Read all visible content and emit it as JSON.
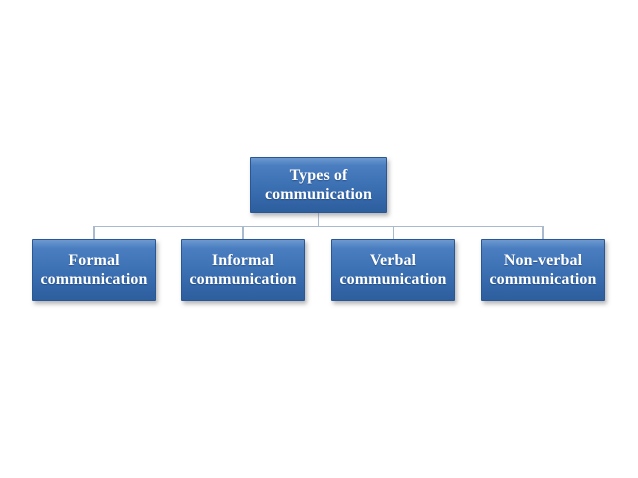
{
  "diagram": {
    "type": "hierarchy",
    "root": {
      "line1": "Types of",
      "line2": "communication"
    },
    "children": [
      {
        "line1": "Formal",
        "line2": "communication"
      },
      {
        "line1": "Informal",
        "line2": "communication"
      },
      {
        "line1": "Verbal",
        "line2": "communication"
      },
      {
        "line1": "Non-verbal",
        "line2": "communication"
      }
    ],
    "colors": {
      "background": "#ffffff",
      "node-highlight": "#6d99d0",
      "node-fill-top": "#4a7ec0",
      "node-fill-bottom": "#2d5e9e",
      "node-border": "#2b5694",
      "node-text": "#ffffff",
      "connector": "#a9bacf"
    }
  }
}
